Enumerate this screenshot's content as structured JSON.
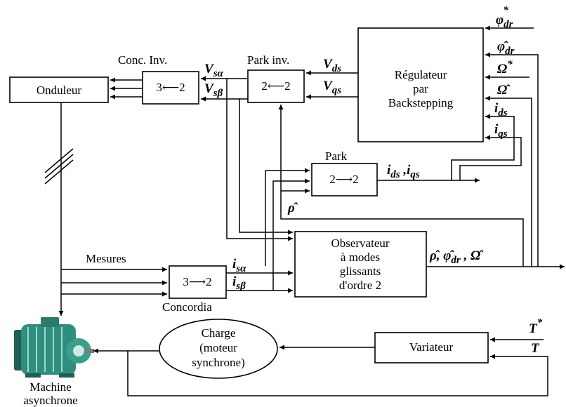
{
  "blocks": {
    "onduleur": "Onduleur",
    "conc_inv_title": "Conc. Inv.",
    "conc_inv": "3⟵2",
    "park_inv_title": "Park inv.",
    "park_inv": "2⟵2",
    "regulateur": [
      "Régulateur",
      "par",
      "Backstepping"
    ],
    "park_title": "Park",
    "park": "2⟶2",
    "observateur": [
      "Observateur",
      "à modes",
      "glissants",
      "d'ordre 2"
    ],
    "concordia": "3⟶2",
    "concordia_title": "Concordia",
    "charge": [
      "Charge",
      "(moteur",
      "synchrone)"
    ],
    "variateur": "Variateur",
    "machine": [
      "Machine",
      "asynchrone"
    ]
  },
  "signals": {
    "vsa": "V",
    "vsa_sub": "sα",
    "vsb": "V",
    "vsb_sub": "sβ",
    "vds": "V",
    "vds_sub": "ds",
    "vqs": "V",
    "vqs_sub": "qs",
    "phi_ref": "φ",
    "phi_ref_sub": "dr",
    "phi_ref_sup": "*",
    "phi_hat": "φ̂",
    "phi_hat_sub": "dr",
    "omega_ref": "Ω",
    "omega_ref_sup": "*",
    "omega_hat": "Ω̂",
    "ids": "i",
    "ids_sub": "ds",
    "iqs": "i",
    "iqs_sub": "qs",
    "idsiqs": "i",
    "idsiqs_sub1": "ds",
    "idsiqs_mid": " ,i",
    "idsiqs_sub2": "qs",
    "rho_hat": "ρ̂",
    "obs_out_1": "ρ̂, φ̂",
    "obs_out_sub": "dr",
    "obs_out_2": " , Ω̂",
    "isa": "i",
    "isa_sub": "sα",
    "isb": "i",
    "isb_sub": "sβ",
    "mesures": "Mesures",
    "t_ref": "T",
    "t_ref_sup": "*",
    "t": "T"
  }
}
